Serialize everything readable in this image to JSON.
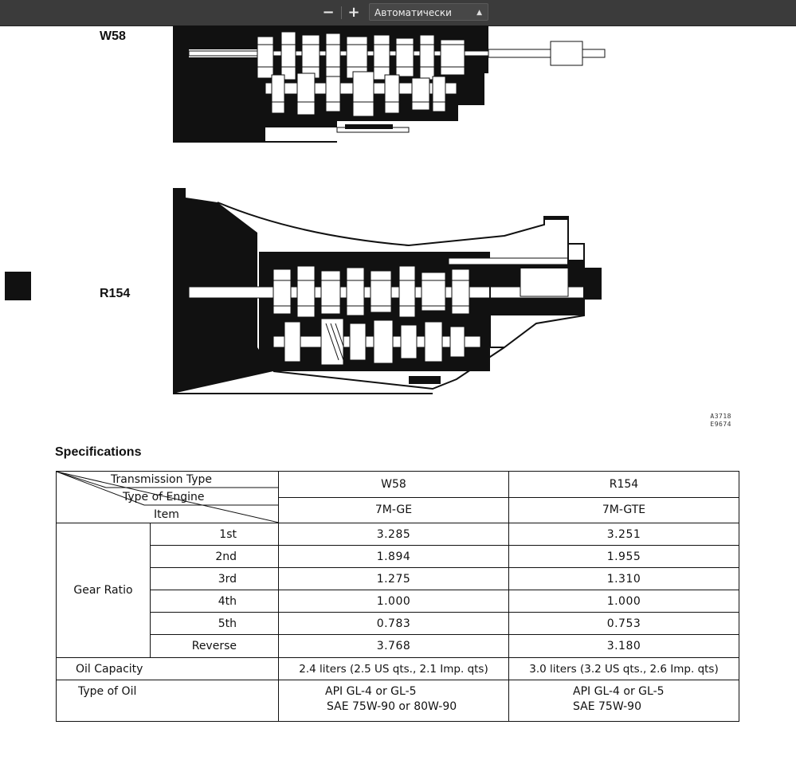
{
  "toolbar": {
    "zoom_out_label": "−",
    "zoom_in_label": "+",
    "zoom_value": "Автоматически"
  },
  "diagrams": [
    {
      "label": "W58"
    },
    {
      "label": "R154"
    }
  ],
  "figure_code": [
    "A3718",
    "E9674"
  ],
  "specifications": {
    "heading": "Specifications",
    "header": {
      "transmission_type": "Transmission Type",
      "type_of_engine": "Type of Engine",
      "item": "Item",
      "columns": [
        {
          "transmission": "W58",
          "engine": "7M-GE"
        },
        {
          "transmission": "R154",
          "engine": "7M-GTE"
        }
      ]
    },
    "gear_ratio": {
      "label": "Gear Ratio",
      "rows": [
        {
          "gear": "1st",
          "w58": "3.285",
          "r154": "3.251"
        },
        {
          "gear": "2nd",
          "w58": "1.894",
          "r154": "1.955"
        },
        {
          "gear": "3rd",
          "w58": "1.275",
          "r154": "1.310"
        },
        {
          "gear": "4th",
          "w58": "1.000",
          "r154": "1.000"
        },
        {
          "gear": "5th",
          "w58": "0.783",
          "r154": "0.753"
        },
        {
          "gear": "Reverse",
          "w58": "3.768",
          "r154": "3.180"
        }
      ]
    },
    "oil_capacity": {
      "label": "Oil Capacity",
      "w58": "2.4 liters (2.5 US qts., 2.1 Imp. qts)",
      "r154": "3.0 liters (3.2 US qts., 2.6 Imp. qts)"
    },
    "type_of_oil": {
      "label": "Type of Oil",
      "w58": [
        "API GL-4 or GL-5",
        "SAE 75W-90 or 80W-90"
      ],
      "r154": [
        "API GL-4 or GL-5",
        "SAE 75W-90"
      ]
    }
  }
}
